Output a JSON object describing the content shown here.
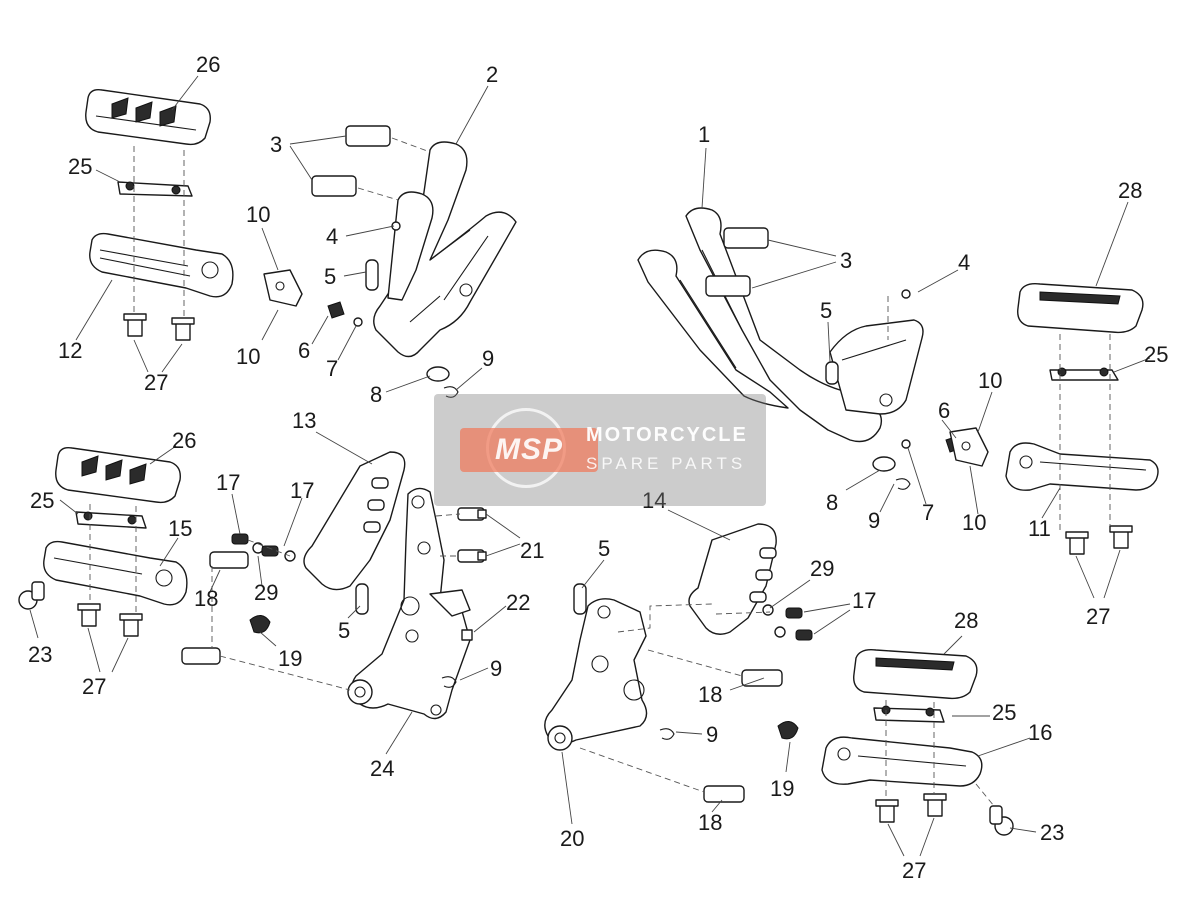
{
  "diagram": {
    "callouts": [
      {
        "id": "c26a",
        "text": "26"
      },
      {
        "id": "c2",
        "text": "2"
      },
      {
        "id": "c3a",
        "text": "3"
      },
      {
        "id": "c25a",
        "text": "25"
      },
      {
        "id": "c10a",
        "text": "10"
      },
      {
        "id": "c4a",
        "text": "4"
      },
      {
        "id": "c5a",
        "text": "5"
      },
      {
        "id": "c12",
        "text": "12"
      },
      {
        "id": "c10b",
        "text": "10"
      },
      {
        "id": "c6a",
        "text": "6"
      },
      {
        "id": "c7a",
        "text": "7"
      },
      {
        "id": "c27a",
        "text": "27"
      },
      {
        "id": "c8a",
        "text": "8"
      },
      {
        "id": "c9a",
        "text": "9"
      },
      {
        "id": "c1",
        "text": "1"
      },
      {
        "id": "c3b",
        "text": "3"
      },
      {
        "id": "c4b",
        "text": "4"
      },
      {
        "id": "c28a",
        "text": "28"
      },
      {
        "id": "c5b",
        "text": "5"
      },
      {
        "id": "c25b",
        "text": "25"
      },
      {
        "id": "c10c",
        "text": "10"
      },
      {
        "id": "c6b",
        "text": "6"
      },
      {
        "id": "c8b",
        "text": "8"
      },
      {
        "id": "c7b",
        "text": "7"
      },
      {
        "id": "c9b",
        "text": "9"
      },
      {
        "id": "c10d",
        "text": "10"
      },
      {
        "id": "c11",
        "text": "11"
      },
      {
        "id": "c27b",
        "text": "27"
      },
      {
        "id": "c13",
        "text": "13"
      },
      {
        "id": "c26b",
        "text": "26"
      },
      {
        "id": "c25c",
        "text": "25"
      },
      {
        "id": "c15",
        "text": "15"
      },
      {
        "id": "c17a",
        "text": "17"
      },
      {
        "id": "c17b",
        "text": "17"
      },
      {
        "id": "c29a",
        "text": "29"
      },
      {
        "id": "c18a",
        "text": "18"
      },
      {
        "id": "c23a",
        "text": "23"
      },
      {
        "id": "c27c",
        "text": "27"
      },
      {
        "id": "c21",
        "text": "21"
      },
      {
        "id": "c5c",
        "text": "5"
      },
      {
        "id": "c19a",
        "text": "19"
      },
      {
        "id": "c22",
        "text": "22"
      },
      {
        "id": "c9c",
        "text": "9"
      },
      {
        "id": "c24",
        "text": "24"
      },
      {
        "id": "c14",
        "text": "14"
      },
      {
        "id": "c5d",
        "text": "5"
      },
      {
        "id": "c29b",
        "text": "29"
      },
      {
        "id": "c17c",
        "text": "17"
      },
      {
        "id": "c28b",
        "text": "28"
      },
      {
        "id": "c18b",
        "text": "18"
      },
      {
        "id": "c25d",
        "text": "25"
      },
      {
        "id": "c16",
        "text": "16"
      },
      {
        "id": "c9d",
        "text": "9"
      },
      {
        "id": "c19b",
        "text": "19"
      },
      {
        "id": "c18c",
        "text": "18"
      },
      {
        "id": "c20",
        "text": "20"
      },
      {
        "id": "c23b",
        "text": "23"
      },
      {
        "id": "c27d",
        "text": "27"
      }
    ]
  },
  "watermark": {
    "logo": "MSP",
    "title": "MOTORCYCLE",
    "subtitle": "SPARE PARTS",
    "badge_color": "#f0785a"
  }
}
